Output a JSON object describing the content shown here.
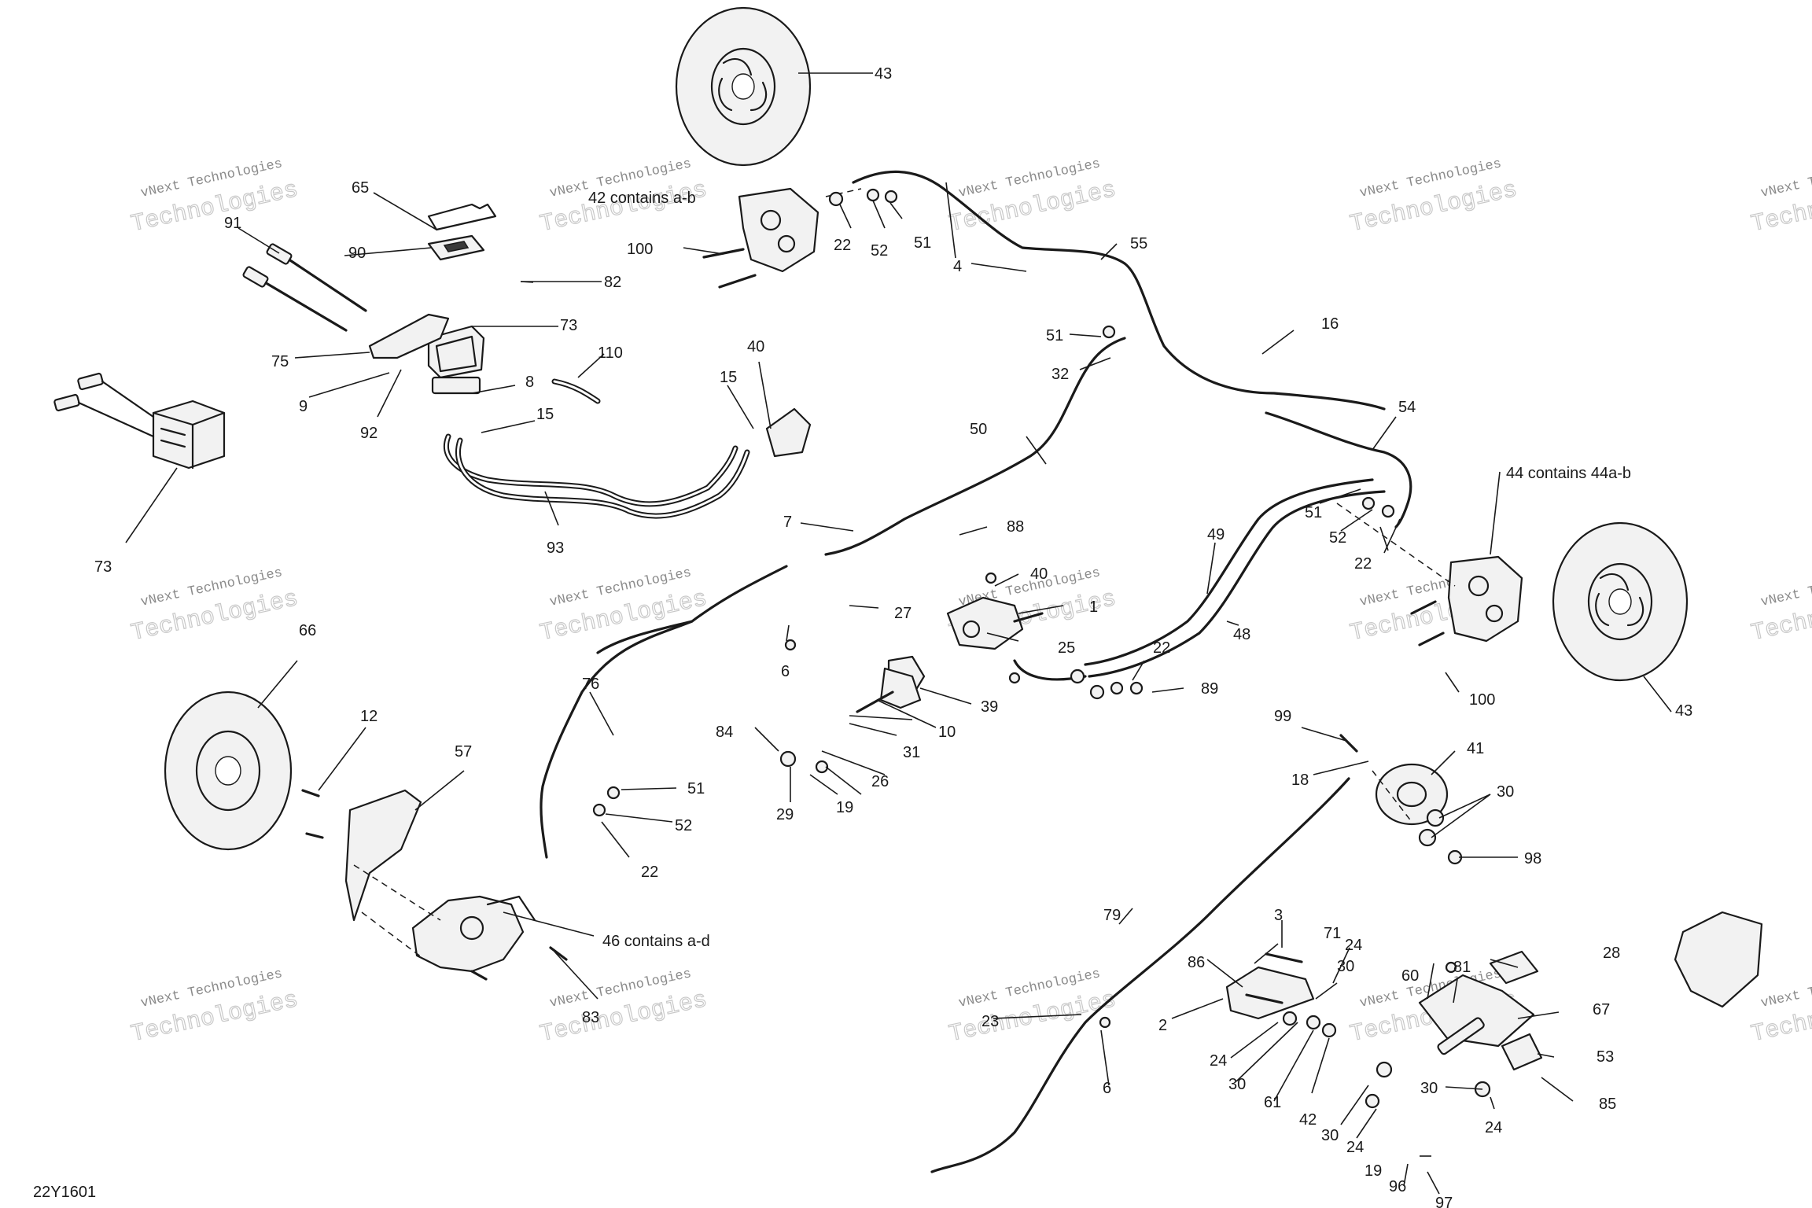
{
  "drawing": {
    "code": "22Y1601",
    "watermark_line1": "vNext Technologies",
    "watermark_line2": "Technologies"
  },
  "callouts": [
    {
      "id": "c43a",
      "text": "43"
    },
    {
      "id": "c91",
      "text": "91"
    },
    {
      "id": "c65",
      "text": "65"
    },
    {
      "id": "c90",
      "text": "90"
    },
    {
      "id": "c82",
      "text": "82"
    },
    {
      "id": "c73a",
      "text": "73"
    },
    {
      "id": "c75",
      "text": "75"
    },
    {
      "id": "c9",
      "text": "9"
    },
    {
      "id": "c92",
      "text": "92"
    },
    {
      "id": "c8",
      "text": "8"
    },
    {
      "id": "c15a",
      "text": "15"
    },
    {
      "id": "c110",
      "text": "110"
    },
    {
      "id": "c15b",
      "text": "15"
    },
    {
      "id": "c40a",
      "text": "40"
    },
    {
      "id": "c93",
      "text": "93"
    },
    {
      "id": "c73b",
      "text": "73"
    },
    {
      "id": "c42",
      "text": "42 contains a-b"
    },
    {
      "id": "c100a",
      "text": "100"
    },
    {
      "id": "c22a",
      "text": "22"
    },
    {
      "id": "c52a",
      "text": "52"
    },
    {
      "id": "c51a",
      "text": "51"
    },
    {
      "id": "c4",
      "text": "4"
    },
    {
      "id": "c55",
      "text": "55"
    },
    {
      "id": "c51b",
      "text": "51"
    },
    {
      "id": "c32",
      "text": "32"
    },
    {
      "id": "c16",
      "text": "16"
    },
    {
      "id": "c54",
      "text": "54"
    },
    {
      "id": "c50",
      "text": "50"
    },
    {
      "id": "c44",
      "text": "44 contains 44a-b"
    },
    {
      "id": "c51c",
      "text": "51"
    },
    {
      "id": "c52b",
      "text": "52"
    },
    {
      "id": "c22b",
      "text": "22"
    },
    {
      "id": "c49",
      "text": "49"
    },
    {
      "id": "c48",
      "text": "48"
    },
    {
      "id": "c7",
      "text": "7"
    },
    {
      "id": "c88",
      "text": "88"
    },
    {
      "id": "c40b",
      "text": "40"
    },
    {
      "id": "c1",
      "text": "1"
    },
    {
      "id": "c27",
      "text": "27"
    },
    {
      "id": "c25",
      "text": "25"
    },
    {
      "id": "c6a",
      "text": "6"
    },
    {
      "id": "c39",
      "text": "39"
    },
    {
      "id": "c10",
      "text": "10"
    },
    {
      "id": "c22c",
      "text": "22"
    },
    {
      "id": "c89",
      "text": "89"
    },
    {
      "id": "c100b",
      "text": "100"
    },
    {
      "id": "c43b",
      "text": "43"
    },
    {
      "id": "c66",
      "text": "66"
    },
    {
      "id": "c12",
      "text": "12"
    },
    {
      "id": "c76",
      "text": "76"
    },
    {
      "id": "c84",
      "text": "84"
    },
    {
      "id": "c31",
      "text": "31"
    },
    {
      "id": "c26",
      "text": "26"
    },
    {
      "id": "c29",
      "text": "29"
    },
    {
      "id": "c19a",
      "text": "19"
    },
    {
      "id": "c51d",
      "text": "51"
    },
    {
      "id": "c52c",
      "text": "52"
    },
    {
      "id": "c22d",
      "text": "22"
    },
    {
      "id": "c57",
      "text": "57"
    },
    {
      "id": "c46",
      "text": "46 contains a-d"
    },
    {
      "id": "c83",
      "text": "83"
    },
    {
      "id": "c99",
      "text": "99"
    },
    {
      "id": "c41",
      "text": "41"
    },
    {
      "id": "c18",
      "text": "18"
    },
    {
      "id": "c30a",
      "text": "30"
    },
    {
      "id": "c98",
      "text": "98"
    },
    {
      "id": "c79",
      "text": "79"
    },
    {
      "id": "c3",
      "text": "3"
    },
    {
      "id": "c71",
      "text": "71"
    },
    {
      "id": "c24a",
      "text": "24"
    },
    {
      "id": "c30b",
      "text": "30"
    },
    {
      "id": "c60",
      "text": "60"
    },
    {
      "id": "c81",
      "text": "81"
    },
    {
      "id": "c28",
      "text": "28"
    },
    {
      "id": "c86",
      "text": "86"
    },
    {
      "id": "c67",
      "text": "67"
    },
    {
      "id": "c23",
      "text": "23"
    },
    {
      "id": "c2",
      "text": "2"
    },
    {
      "id": "c53",
      "text": "53"
    },
    {
      "id": "c6b",
      "text": "6"
    },
    {
      "id": "c24b",
      "text": "24"
    },
    {
      "id": "c30c",
      "text": "30"
    },
    {
      "id": "c61",
      "text": "61"
    },
    {
      "id": "c42b",
      "text": "42"
    },
    {
      "id": "c30d",
      "text": "30"
    },
    {
      "id": "c85",
      "text": "85"
    },
    {
      "id": "c24c",
      "text": "24"
    },
    {
      "id": "c30e",
      "text": "30"
    },
    {
      "id": "c24d",
      "text": "24"
    },
    {
      "id": "c19b",
      "text": "19"
    },
    {
      "id": "c96",
      "text": "96"
    },
    {
      "id": "c97",
      "text": "97"
    }
  ]
}
